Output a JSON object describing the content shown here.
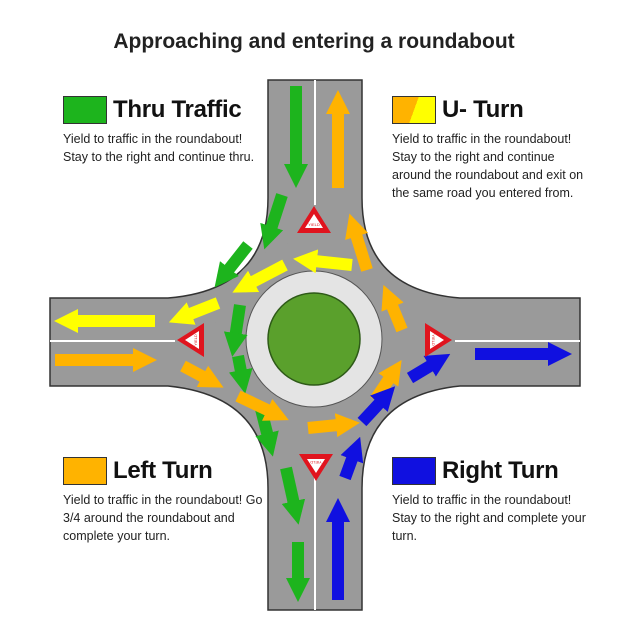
{
  "title": "Approaching and entering a roundabout",
  "colors": {
    "thru": "#1db41d",
    "uturn_a": "#ffb300",
    "uturn_b": "#ffff00",
    "left": "#ffb300",
    "right": "#1010e0",
    "road": "#9a9a9a",
    "center_island": "#5aa02c",
    "yield": "#e0141e"
  },
  "legend": {
    "thru": {
      "label": "Thru Traffic",
      "desc": "Yield to traffic in the roundabout!  Stay to the right and continue thru."
    },
    "uturn": {
      "label": "U- Turn",
      "desc": "Yield to traffic in the roundabout!  Stay to the right and continue around the roundabout and exit on the same road you entered from."
    },
    "left": {
      "label": "Left Turn",
      "desc": "Yield to traffic in the roundabout!  Go 3/4 around the roundabout and complete your turn."
    },
    "right": {
      "label": "Right Turn",
      "desc": "Yield to traffic in the roundabout!  Stay to the right and complete your turn."
    }
  },
  "yield_sign_text": "YIELD"
}
